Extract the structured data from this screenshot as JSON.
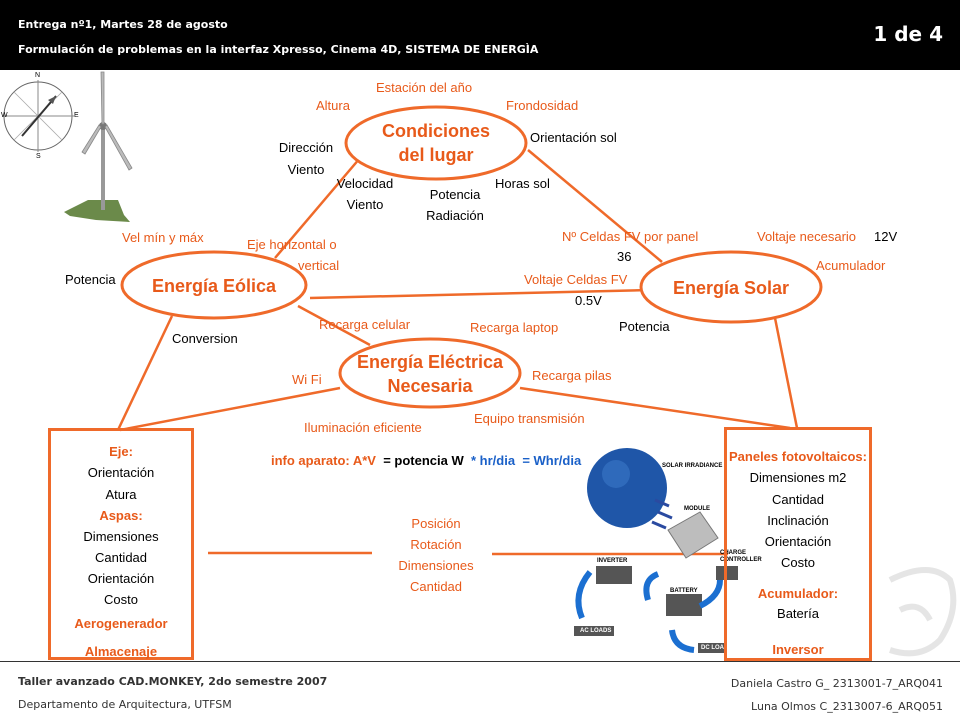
{
  "header": {
    "line1": "Entrega nº1, Martes 28 de agosto",
    "line2": "Formulación de problemas en la interfaz Xpresso, Cinema 4D, SISTEMA DE ENERGÌA",
    "page": "1 de 4"
  },
  "footer": {
    "course": "Taller avanzado CAD.MONKEY, 2do semestre 2007",
    "department": "Departamento de Arquitectura, UTFSM",
    "author1": "Daniela Castro G_ 2313001-7_ARQ041",
    "author2": "Luna Olmos C_2313007-6_ARQ051"
  },
  "compass": {
    "n": "N",
    "e": "E",
    "s": "S",
    "w": "W"
  },
  "nodes": {
    "condiciones": {
      "line1": "Condiciones",
      "line2": "del lugar"
    },
    "eolica": "Energía Eólica",
    "solar": "Energía Solar",
    "electrica": {
      "line1": "Energía Eléctrica",
      "line2": "Necesaria"
    }
  },
  "labels": {
    "estacion": "Estación del año",
    "altura": "Altura",
    "frondosidad": "Frondosidad",
    "direccion": "Dirección",
    "viento": "Viento",
    "orientacion_sol": "Orientación sol",
    "velocidad": "Velocidad",
    "viento2": "Viento",
    "potencia_rad": "Potencia",
    "radiacion": "Radiación",
    "horas_sol": "Horas sol",
    "vel_min": "Vel mín y máx",
    "eje_horizontal": "Eje horizontal o",
    "vertical": "vertical",
    "celdas_panel": "Nº Celdas FV por panel",
    "celdas_val": "36",
    "voltaje_necesario": "Voltaje necesario",
    "voltaje_val": "12V",
    "acumulador": "Acumulador",
    "voltaje_celdas": "Voltaje Celdas FV",
    "voltaje_celdas_val": "0.5V",
    "potencia_eolica": "Potencia",
    "conversion": "Conversion",
    "recarga_celular": "Recarga celular",
    "recarga_laptop": "Recarga laptop",
    "potencia_solar": "Potencia",
    "wifi": "Wi Fi",
    "recarga_pilas": "Recarga pilas",
    "equipo_transmision": "Equipo transmisión",
    "iluminacion": "Iluminación eficiente"
  },
  "formula": {
    "part1": "info aparato: A*V",
    "part2": "= potencia W",
    "part3": "* hr/dia",
    "part4": "= Whr/dia"
  },
  "left_box": [
    "Eje:",
    "Orientación",
    "Atura",
    "Aspas:",
    "Dimensiones",
    "Cantidad",
    "Orientación",
    "Costo",
    "Aerogenerador",
    "Almacenaje"
  ],
  "center_list": [
    "Posición",
    "Rotación",
    "Dimensiones",
    "Cantidad"
  ],
  "right_box": [
    "Paneles fotovoltaicos:",
    "Dimensiones m2",
    "Cantidad",
    "Inclinación",
    "Orientación",
    "Costo",
    "Acumulador:",
    "Batería",
    "Inversor"
  ],
  "solar_diagram": {
    "irradiance": "SOLAR IRRADIANCE",
    "module": "MODULE",
    "charge1": "CHARGE",
    "charge2": "CONTROLLER",
    "inverter": "INVERTER",
    "battery": "BATTERY",
    "ac_loads": "AC LOADS",
    "dc_loads": "DC LOADS"
  }
}
